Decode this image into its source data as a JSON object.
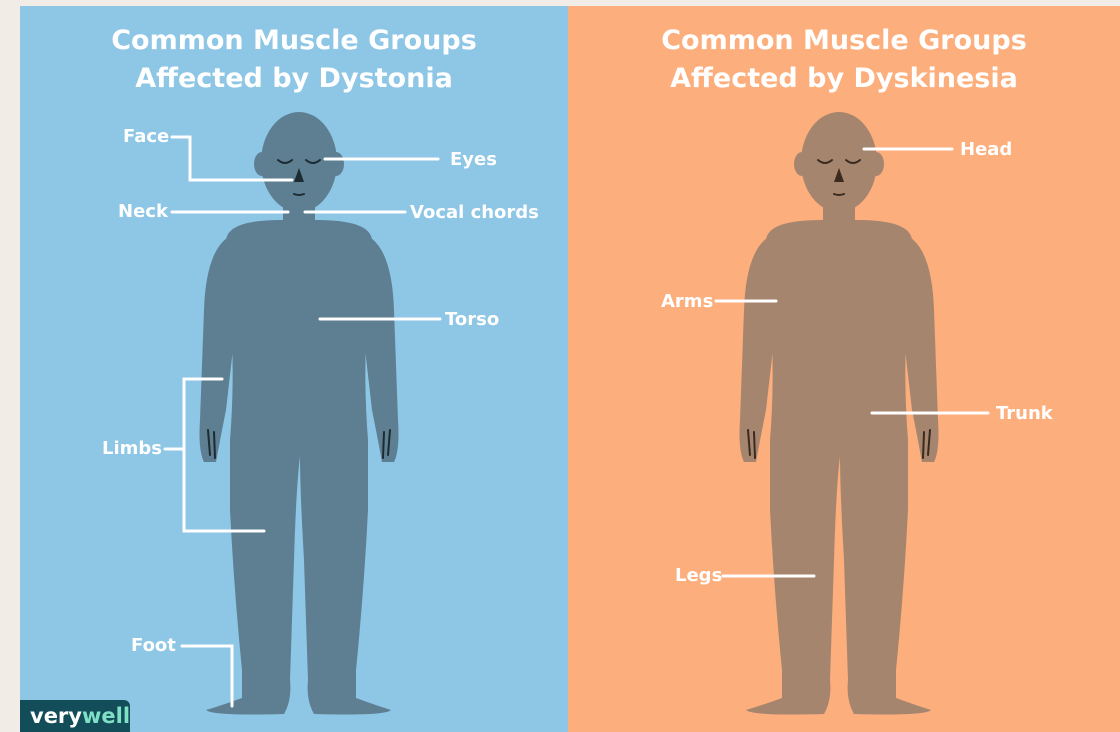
{
  "left_panel": {
    "title_line1": "Common Muscle Groups",
    "title_line2": "Affected by Dystonia",
    "background": "#8ec6e6",
    "figure_color": "#5e7e91",
    "labels": {
      "face": "Face",
      "eyes": "Eyes",
      "neck": "Neck",
      "vocal_chords": "Vocal chords",
      "torso": "Torso",
      "limbs": "Limbs",
      "foot": "Foot"
    }
  },
  "right_panel": {
    "title_line1": "Common Muscle Groups",
    "title_line2": "Affected by Dyskinesia",
    "background": "#fcae7c",
    "figure_color": "#a6856f",
    "labels": {
      "head": "Head",
      "arms": "Arms",
      "trunk": "Trunk",
      "legs": "Legs"
    }
  },
  "logo": {
    "part1": "very",
    "part2": "well"
  }
}
